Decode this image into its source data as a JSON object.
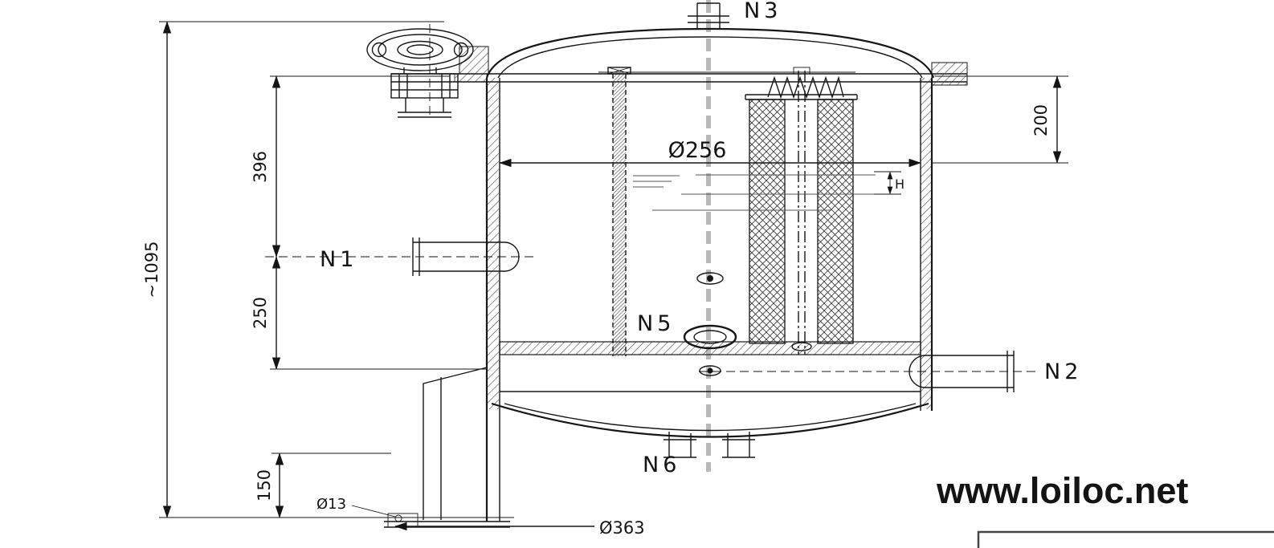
{
  "drawing": {
    "nozzles": {
      "n1": "N1",
      "n2": "N2",
      "n3": "N3",
      "n5": "N5",
      "n6": "N6"
    },
    "dims": {
      "overall_height": "~1095",
      "upper_section": "396",
      "middle_section": "250",
      "foot_height": "150",
      "right_top": "200",
      "inner_dia": "Ø256",
      "base_dia": "Ø363",
      "hole_dia": "Ø13",
      "element_height": "H"
    },
    "watermark": {
      "text": "www.loiloc.net",
      "color": "#0000CC"
    }
  }
}
